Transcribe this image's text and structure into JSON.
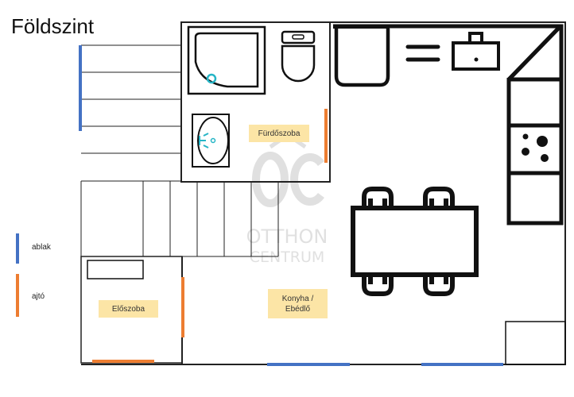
{
  "title": "Földszint",
  "legend": [
    {
      "label": "ablak",
      "color": "#4472c4"
    },
    {
      "label": "ajtó",
      "color": "#ed7d31"
    }
  ],
  "rooms": {
    "bathroom": "Fürdőszoba",
    "hall": "Előszoba",
    "kitchen_line1": "Konyha /",
    "kitchen_line2": "Ebédlő"
  },
  "watermark": {
    "line1": "OTTHON",
    "line2": "CENTRUM"
  },
  "colors": {
    "window": "#4472c4",
    "door": "#ed7d31",
    "label_bg": "#fce5a6",
    "sink_tap": "#26b5c6",
    "watermark": "#c8c8c8"
  }
}
